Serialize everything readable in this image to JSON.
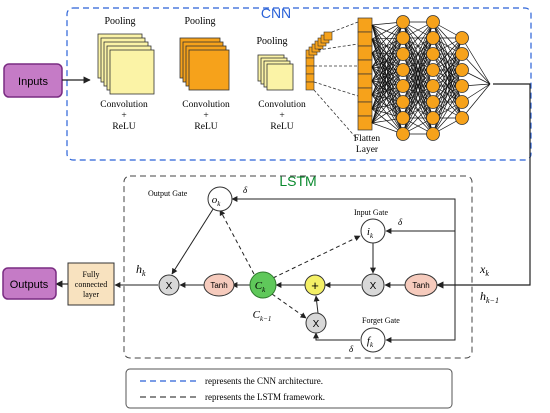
{
  "cnn": {
    "title": "CNN",
    "stages": [
      {
        "top": "Pooling",
        "bottom1": "Convolution",
        "bottom2": "+",
        "bottom3": "ReLU"
      },
      {
        "top": "Pooling",
        "bottom1": "Convolution",
        "bottom2": "+",
        "bottom3": "ReLU"
      },
      {
        "top": "Pooling",
        "bottom1": "Convolution",
        "bottom2": "+",
        "bottom3": "ReLU"
      }
    ],
    "flatten_label_1": "Flatten",
    "flatten_label_2": "Layer"
  },
  "lstm": {
    "title": "LSTM",
    "output_gate": "Output Gate",
    "input_gate": "Input Gate",
    "forget_gate": "Forget Gate",
    "delta": "δ",
    "o": "o",
    "o_sub": "k",
    "i": "i",
    "i_sub": "k",
    "f": "f",
    "f_sub": "k",
    "c": "C",
    "c_sub": "k",
    "c_prev": "C",
    "c_prev_sub": "k−1",
    "tanh": "Tanh",
    "mult": "X",
    "plus": "+",
    "h": "h",
    "h_sub": "k",
    "x_in": "x",
    "x_in_sub": "k",
    "h_prev": "h",
    "h_prev_sub": "k−1"
  },
  "io": {
    "inputs": "Inputs",
    "outputs": "Outputs",
    "fc1": "Fully",
    "fc2": "connected",
    "fc3": "layer"
  },
  "legend": {
    "cnn": "represents the CNN architecture.",
    "lstm": "represents the LSTM framework."
  },
  "colors": {
    "cnn_border": "#2a62d8",
    "io_fill": "#c57bc6",
    "io_stroke": "#7a2c82",
    "yellow_fill": "#fbf3a6",
    "orange_fill": "#f6a21b",
    "green_fill": "#5fc85a",
    "tanh_fill": "#f6cbbd",
    "plus_fill": "#f4f066",
    "fc_fill": "#f8e2bf"
  }
}
